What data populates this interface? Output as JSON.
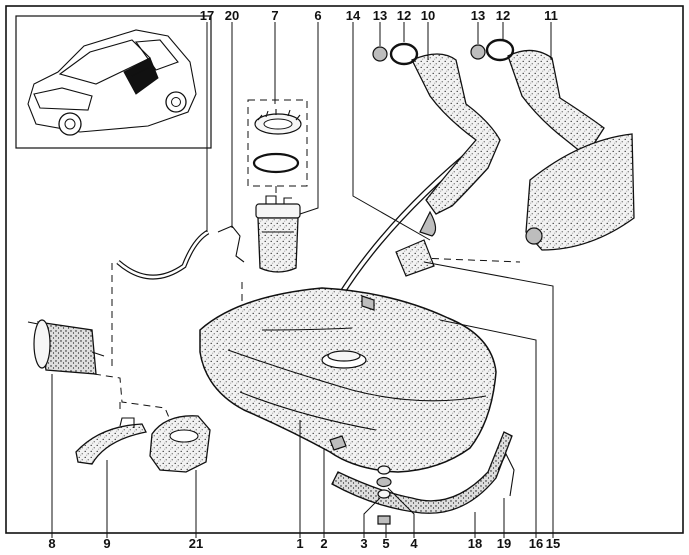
{
  "diagram": {
    "top_callouts": [
      "17",
      "20",
      "7",
      "6",
      "14",
      "13",
      "12",
      "10",
      "13",
      "12",
      "11"
    ],
    "bottom_callouts": [
      "8",
      "9",
      "21",
      "1",
      "2",
      "3",
      "5",
      "4",
      "18",
      "19",
      "16",
      "15"
    ]
  }
}
